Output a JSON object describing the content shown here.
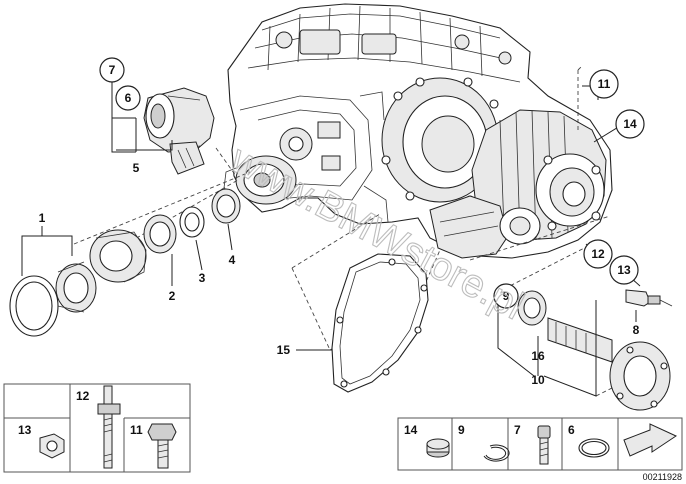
{
  "watermark": "www.BMWstore.pl",
  "document_number": "00211928",
  "callouts": {
    "c7": "7",
    "c6": "6",
    "c11": "11",
    "c14": "14",
    "c12": "12",
    "c13": "13",
    "c9": "9",
    "c16": "16"
  },
  "labels": {
    "l5": "5",
    "l1": "1",
    "l2": "2",
    "l3": "3",
    "l4": "4",
    "l15": "15",
    "l8": "8",
    "l10": "10"
  },
  "small_parts_boxes": {
    "left": {
      "n12": "12",
      "n13": "13",
      "n11": "11"
    },
    "right": {
      "n14": "14",
      "n9": "9",
      "n7": "7",
      "n6": "6"
    }
  }
}
